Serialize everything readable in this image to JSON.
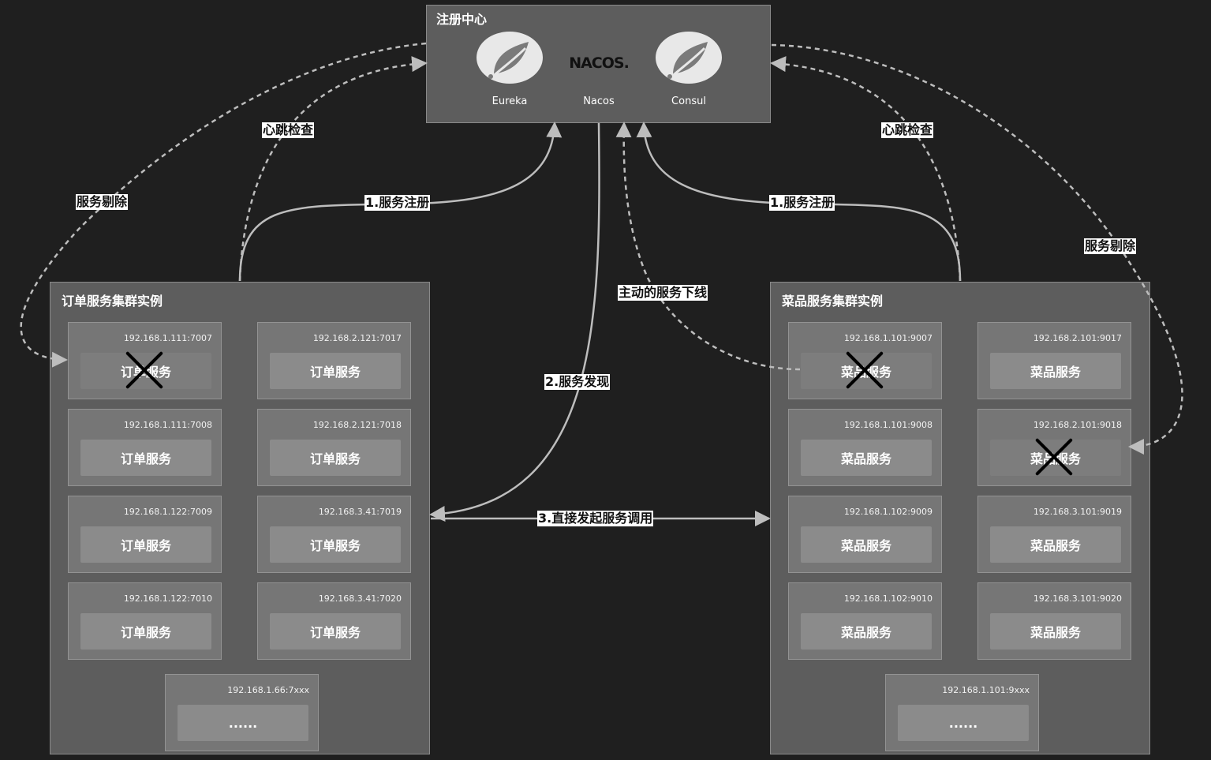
{
  "registry": {
    "title": "注册中心",
    "items": [
      {
        "name": "Eureka",
        "icon": "spring-leaf-icon"
      },
      {
        "name": "Nacos",
        "icon": "nacos-logo-icon",
        "logo_text": "NACOS."
      },
      {
        "name": "Consul",
        "icon": "spring-leaf-icon"
      }
    ]
  },
  "order_cluster": {
    "title": "订单服务集群实例",
    "instances": [
      {
        "ip": "192.168.1.111:7007",
        "label": "订单服务",
        "offline": true
      },
      {
        "ip": "192.168.2.121:7017",
        "label": "订单服务",
        "offline": false
      },
      {
        "ip": "192.168.1.111:7008",
        "label": "订单服务",
        "offline": false
      },
      {
        "ip": "192.168.2.121:7018",
        "label": "订单服务",
        "offline": false
      },
      {
        "ip": "192.168.1.122:7009",
        "label": "订单服务",
        "offline": false
      },
      {
        "ip": "192.168.3.41:7019",
        "label": "订单服务",
        "offline": false
      },
      {
        "ip": "192.168.1.122:7010",
        "label": "订单服务",
        "offline": false
      },
      {
        "ip": "192.168.3.41:7020",
        "label": "订单服务",
        "offline": false
      },
      {
        "ip": "192.168.1.66:7xxx",
        "label": "......",
        "offline": false
      }
    ]
  },
  "dish_cluster": {
    "title": "菜品服务集群实例",
    "instances": [
      {
        "ip": "192.168.1.101:9007",
        "label": "菜品服务",
        "offline": true
      },
      {
        "ip": "192.168.2.101:9017",
        "label": "菜品服务",
        "offline": false
      },
      {
        "ip": "192.168.1.101:9008",
        "label": "菜品服务",
        "offline": false
      },
      {
        "ip": "192.168.2.101:9018",
        "label": "菜品服务",
        "offline": true
      },
      {
        "ip": "192.168.1.102:9009",
        "label": "菜品服务",
        "offline": false
      },
      {
        "ip": "192.168.3.101:9019",
        "label": "菜品服务",
        "offline": false
      },
      {
        "ip": "192.168.1.102:9010",
        "label": "菜品服务",
        "offline": false
      },
      {
        "ip": "192.168.3.101:9020",
        "label": "菜品服务",
        "offline": false
      },
      {
        "ip": "192.168.1.101:9xxx",
        "label": "......",
        "offline": false
      }
    ]
  },
  "edges": {
    "register_left": "1.服务注册",
    "register_right": "1.服务注册",
    "heartbeat_left": "心跳检查",
    "heartbeat_right": "心跳检查",
    "evict_left": "服务剔除",
    "evict_right": "服务剔除",
    "offline": "主动的服务下线",
    "discovery": "2.服务发现",
    "invoke": "3.直接发起服务调用"
  },
  "colors": {
    "background": "#1f1f1f",
    "panel": "#5d5d5d",
    "card": "#767676",
    "line": "#bdbdbd"
  }
}
